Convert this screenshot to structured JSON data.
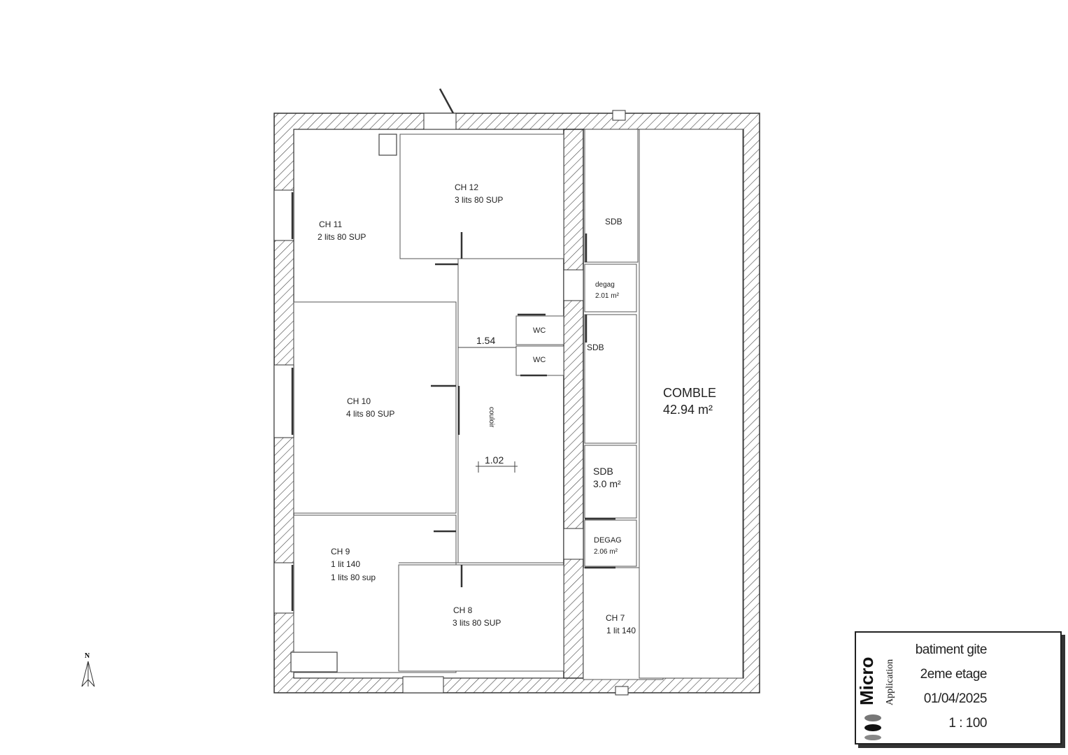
{
  "plan": {
    "rooms": [
      {
        "name": "CH 11",
        "desc": "2 lits 80 SUP"
      },
      {
        "name": "CH 12",
        "desc": "3 lits 80 SUP"
      },
      {
        "name": "CH 10",
        "desc": "4 lits 80 SUP"
      },
      {
        "name": "CH 9",
        "desc": "1 lit 140",
        "desc2": "1 lits 80 sup"
      },
      {
        "name": "CH 8",
        "desc": "3 lits 80 SUP"
      },
      {
        "name": "CH 7",
        "desc": "1 lit 140"
      },
      {
        "name": "SDB"
      },
      {
        "name": "degag",
        "desc": "2.01 m²"
      },
      {
        "name": "SDB"
      },
      {
        "name": "SDB",
        "desc": "3.0 m²"
      },
      {
        "name": "DEGAG",
        "desc": "2.06 m²"
      },
      {
        "name": "WC"
      },
      {
        "name": "WC"
      },
      {
        "name": "couloir"
      },
      {
        "name": "COMBLE",
        "desc": "42.94 m²"
      }
    ],
    "dimensions": [
      "1.54",
      "1.02"
    ],
    "north_label": "N"
  },
  "cartouche": {
    "project": "batiment gite",
    "level": "2eme etage",
    "date": "01/04/2025",
    "scale": "1 : 100",
    "logo_text": "Micro Application"
  }
}
